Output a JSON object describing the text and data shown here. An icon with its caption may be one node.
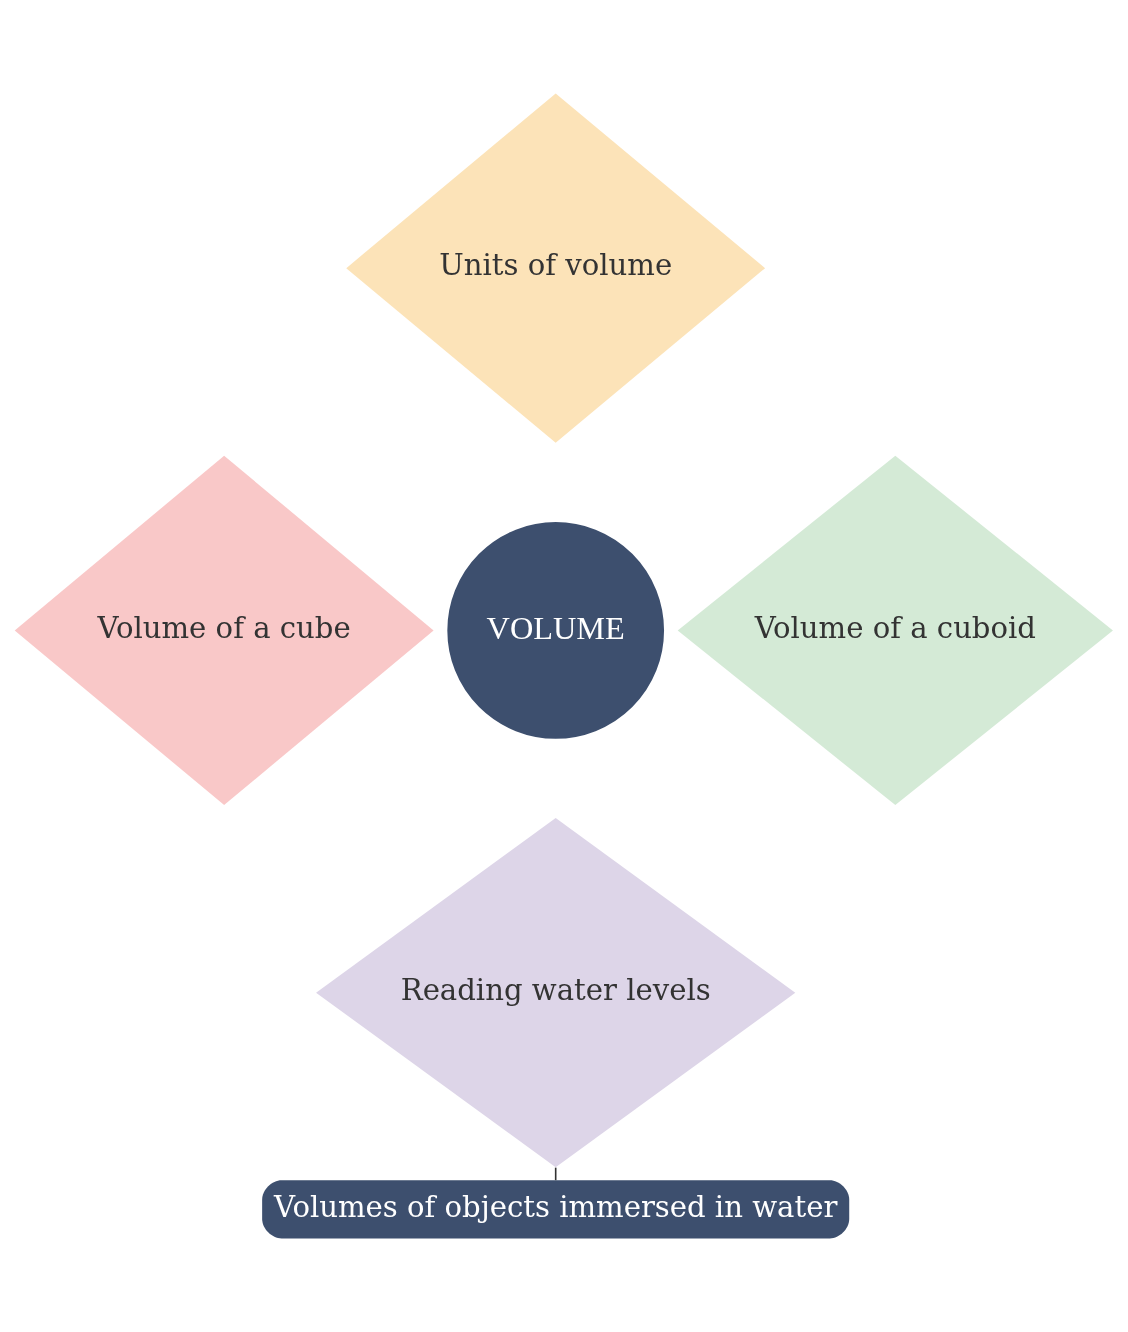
{
  "diagram": {
    "nodes": [
      {
        "text": [
          "VOLUME"
        ]
      },
      {
        "text": [
          "Units of volume"
        ]
      },
      {
        "text": [
          "Volume of a cube"
        ]
      },
      {
        "text": [
          "Volume of a cuboid"
        ]
      },
      {
        "text": [
          "Reading water levels"
        ]
      },
      {
        "text": [
          "Volumes of objects immersed in water"
        ]
      }
    ],
    "edges": [
      {
        "from": 4,
        "to": 5,
        "arrow": "none"
      }
    ]
  }
}
